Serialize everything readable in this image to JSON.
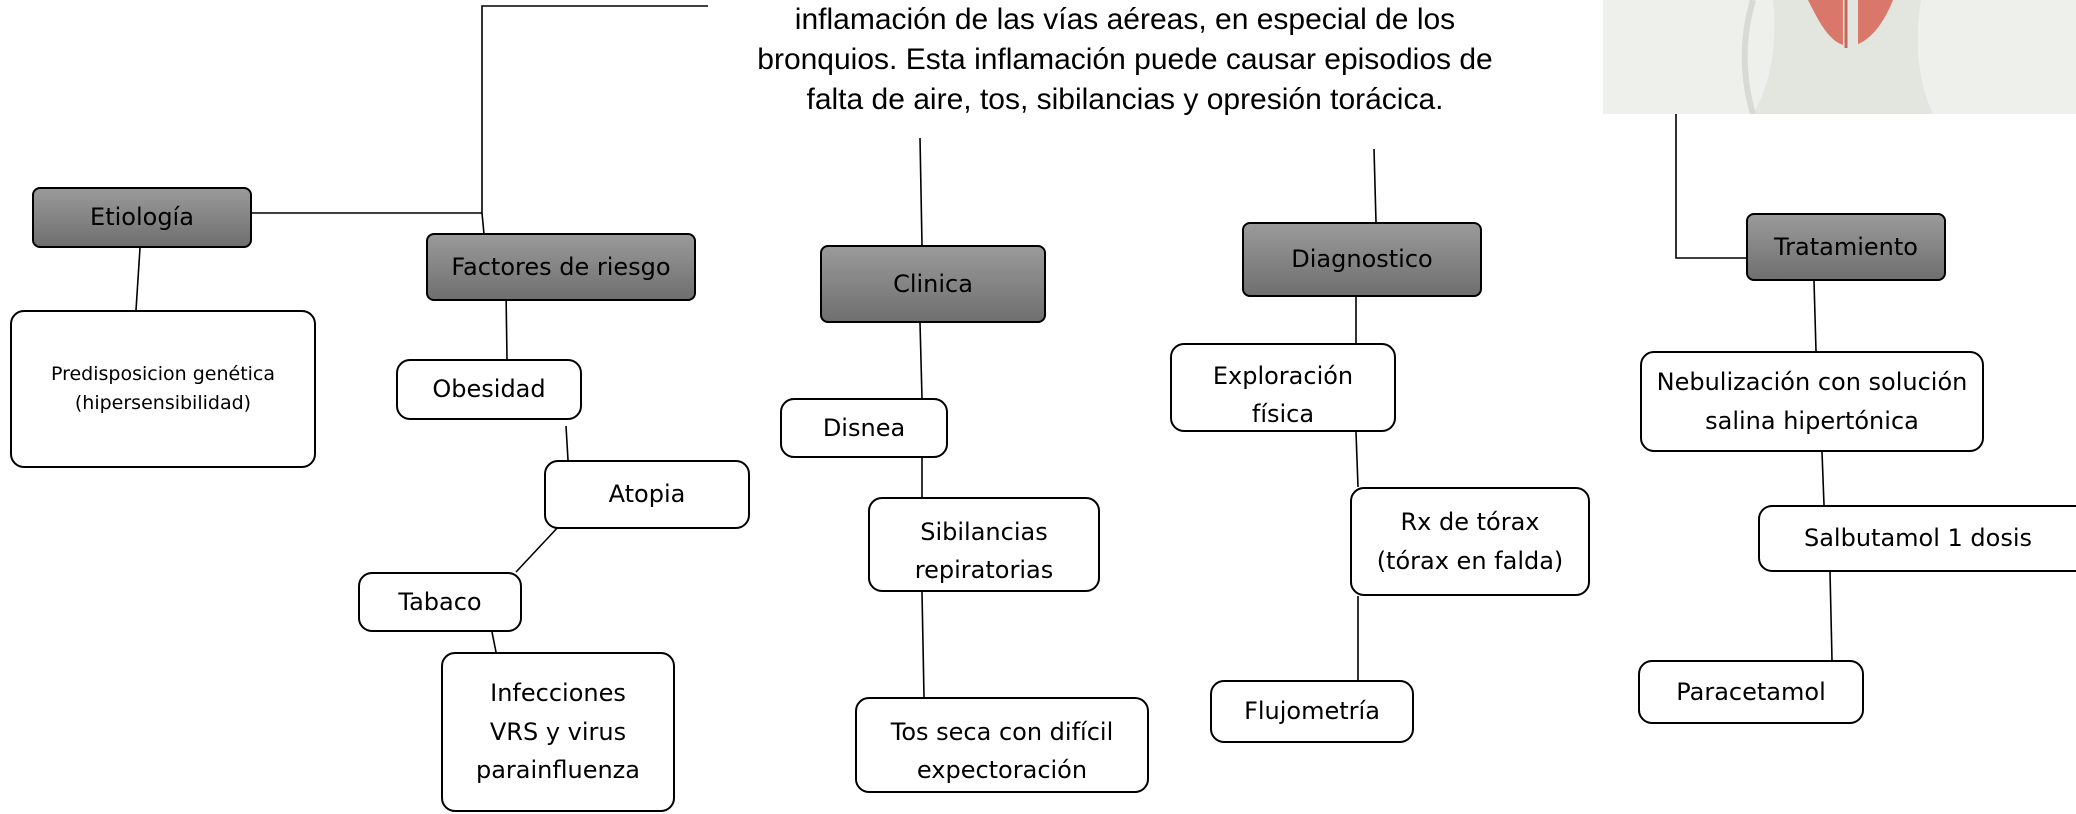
{
  "intro_text": "inflamación de las vías aéreas, en especial de los\nbronquios. Esta inflamación puede causar episodios de\nfalta de aire, tos, sibilancias y opresión torácica.",
  "sections": {
    "etiologia": {
      "title": "Etiología",
      "items": [
        "Predisposicion genética\n(hipersensibilidad)"
      ]
    },
    "factores": {
      "title": "Factores de riesgo",
      "items": [
        "Obesidad",
        "Atopia",
        "Tabaco",
        "Infecciones\nVRS y virus\nparainfluenza"
      ]
    },
    "clinica": {
      "title": "Clinica",
      "items": [
        "Disnea",
        "Sibilancias\nrepiratorias",
        "Tos seca con difícil\nexpectoración"
      ]
    },
    "diagnostico": {
      "title": "Diagnostico",
      "items": [
        "Exploración física",
        "Rx de tórax\n(tórax en falda)",
        "Flujometría"
      ]
    },
    "tratamiento": {
      "title": "Tratamiento",
      "items": [
        "Nebulización con solución\nsalina hipertónica",
        "Salbutamol 1 dosis",
        "Paracetamol"
      ]
    }
  },
  "colors": {
    "header_fill": "#808080",
    "box_border": "#000000",
    "skin_tone": "#e7e9e4",
    "lung_color": "#d9786a"
  },
  "icons": {
    "lungs_illustration": "lungs-illustration"
  }
}
